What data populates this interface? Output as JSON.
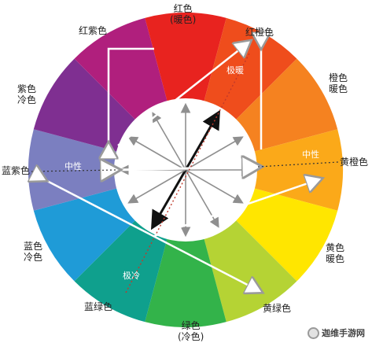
{
  "colors": {
    "segments": [
      "#e8231f",
      "#ef4d1c",
      "#f58220",
      "#fba919",
      "#ffe600",
      "#b5d334",
      "#33b34a",
      "#0fa08d",
      "#1f9bd7",
      "#7b7fc0",
      "#7f2f91",
      "#b01f7d"
    ],
    "arrow": "#8f8f8f",
    "arrow_dark": "#111111",
    "dotted_red": "#c0392b",
    "dotted_dark": "#333333"
  },
  "labels": {
    "red": "红色",
    "red_warm": "(暖色)",
    "red_orange": "红橙色",
    "extreme_warm": "极暖",
    "orange": "橙色",
    "orange_warm": "暖色",
    "yellow_orange": "黄橙色",
    "neutral_right": "中性",
    "yellow": "黄色",
    "yellow_warm": "暖色",
    "yellow_green": "黄绿色",
    "green": "绿色",
    "green_cool": "(冷色)",
    "blue_green": "蓝绿色",
    "extreme_cool": "极冷",
    "blue": "蓝色",
    "blue_cool": "冷色",
    "blue_violet": "蓝紫色",
    "neutral_left": "中性",
    "violet": "紫色",
    "violet_cool": "冷色",
    "red_violet": "红紫色"
  },
  "watermark": {
    "icon": "game-logo-icon",
    "text": "迦维手游网"
  }
}
